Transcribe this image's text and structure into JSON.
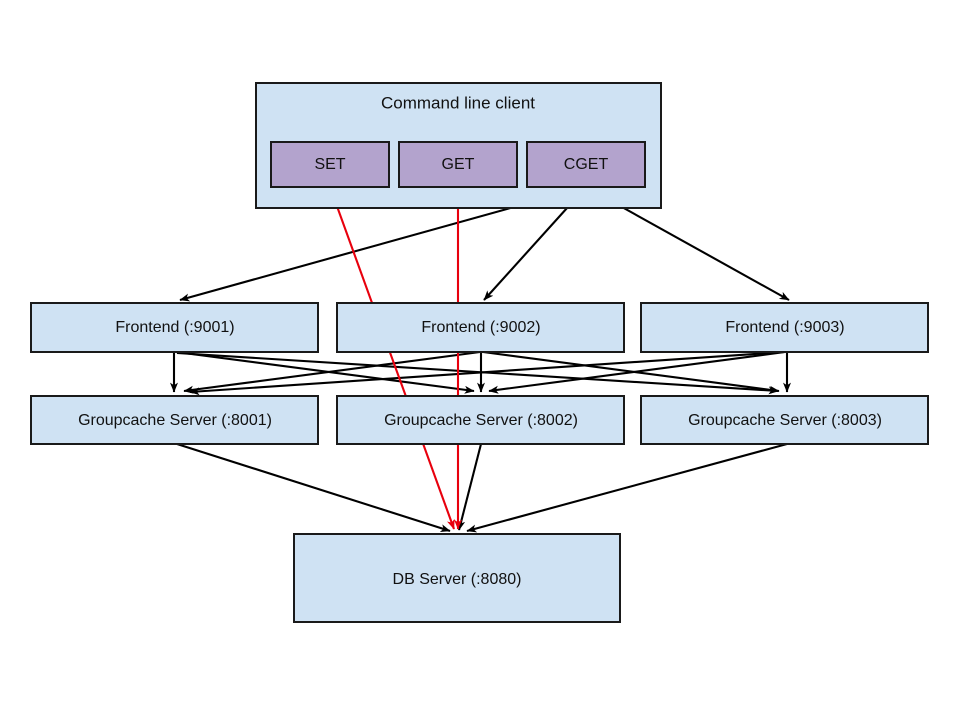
{
  "diagram": {
    "title": "Groupcache architecture diagram",
    "background_color": "#ffffff",
    "colors": {
      "node_blue": "#cfe2f3",
      "node_purple": "#b3a3cd",
      "border": "#1a1a1a",
      "edge_black": "#000000",
      "edge_red": "#e8000d"
    },
    "nodes": {
      "client": {
        "label": "Command line client",
        "commands": [
          {
            "label": "SET"
          },
          {
            "label": "GET"
          },
          {
            "label": "CGET"
          }
        ]
      },
      "frontends": [
        {
          "label": "Frontend (:9001)"
        },
        {
          "label": "Frontend (:9002)"
        },
        {
          "label": "Frontend (:9003)"
        }
      ],
      "groupcache_servers": [
        {
          "label": "Groupcache Server (:8001)"
        },
        {
          "label": "Groupcache Server (:8002)"
        },
        {
          "label": "Groupcache Server (:8003)"
        }
      ],
      "db": {
        "label": "DB Server (:8080)"
      }
    },
    "edges": {
      "cget_to_frontends": {
        "color": "#000000",
        "count": 3
      },
      "frontends_to_groupcache": {
        "color": "#000000",
        "count": 9
      },
      "groupcache_to_db": {
        "color": "#000000",
        "count": 3
      },
      "set_to_db": {
        "color": "#e8000d",
        "count": 1
      },
      "get_to_db": {
        "color": "#e8000d",
        "count": 1
      }
    }
  }
}
